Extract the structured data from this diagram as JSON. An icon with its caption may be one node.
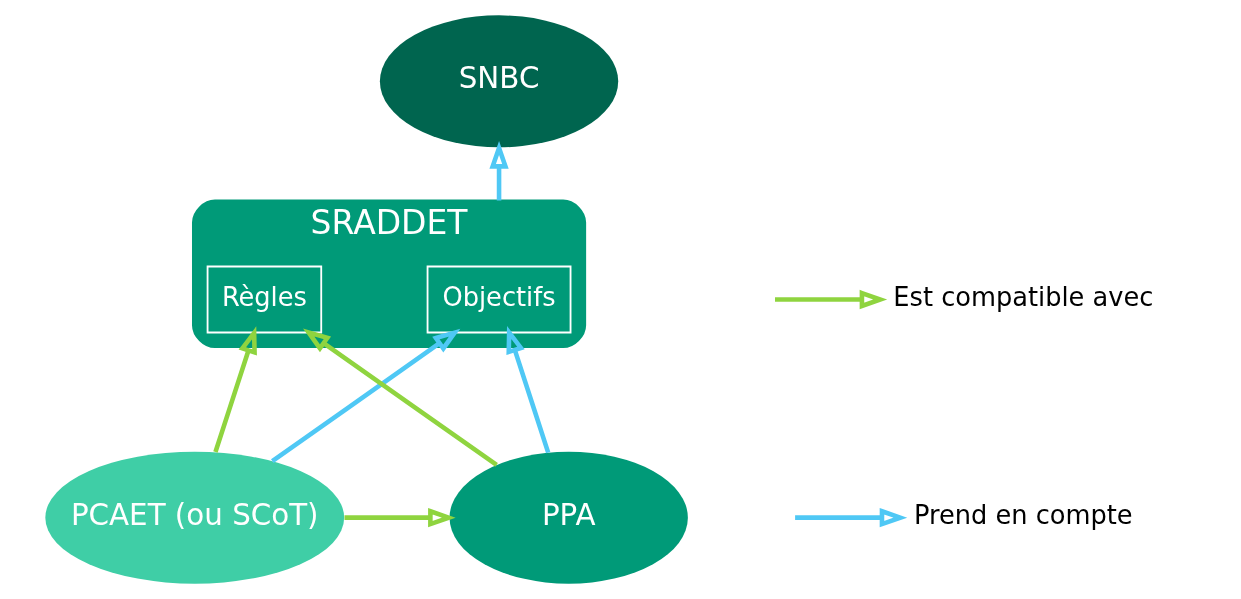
{
  "diagram": {
    "nodes": [
      {
        "text": [
          "SNBC"
        ]
      },
      {
        "text": [
          "SRADDET"
        ]
      },
      {
        "text": [
          "Objectifs"
        ],
        "in": 1
      },
      {
        "text": [
          "Règles"
        ],
        "in": 1
      },
      {
        "text": [
          "PCAET (ou SCoT)"
        ]
      },
      {
        "text": [
          "PPA"
        ]
      }
    ],
    "edges": [
      {
        "from": 1,
        "to": 0,
        "arrow": "to",
        "color": "#4fc8f5"
      },
      {
        "from": 4,
        "to": 2,
        "arrow": "to",
        "color": "#4fc8f5"
      },
      {
        "from": 4,
        "to": 3,
        "arrow": "to",
        "color": "#8fd43f"
      },
      {
        "from": 5,
        "to": 2,
        "arrow": "to",
        "color": "#4fc8f5"
      },
      {
        "from": 5,
        "to": 3,
        "arrow": "to",
        "color": "#8fd43f"
      },
      {
        "from": 4,
        "to": 5,
        "arrow": "to",
        "color": "#8fd43f"
      }
    ],
    "legend": [
      {
        "text": "Est compatible avec"
      },
      {
        "text": "Prend en compte"
      }
    ]
  }
}
